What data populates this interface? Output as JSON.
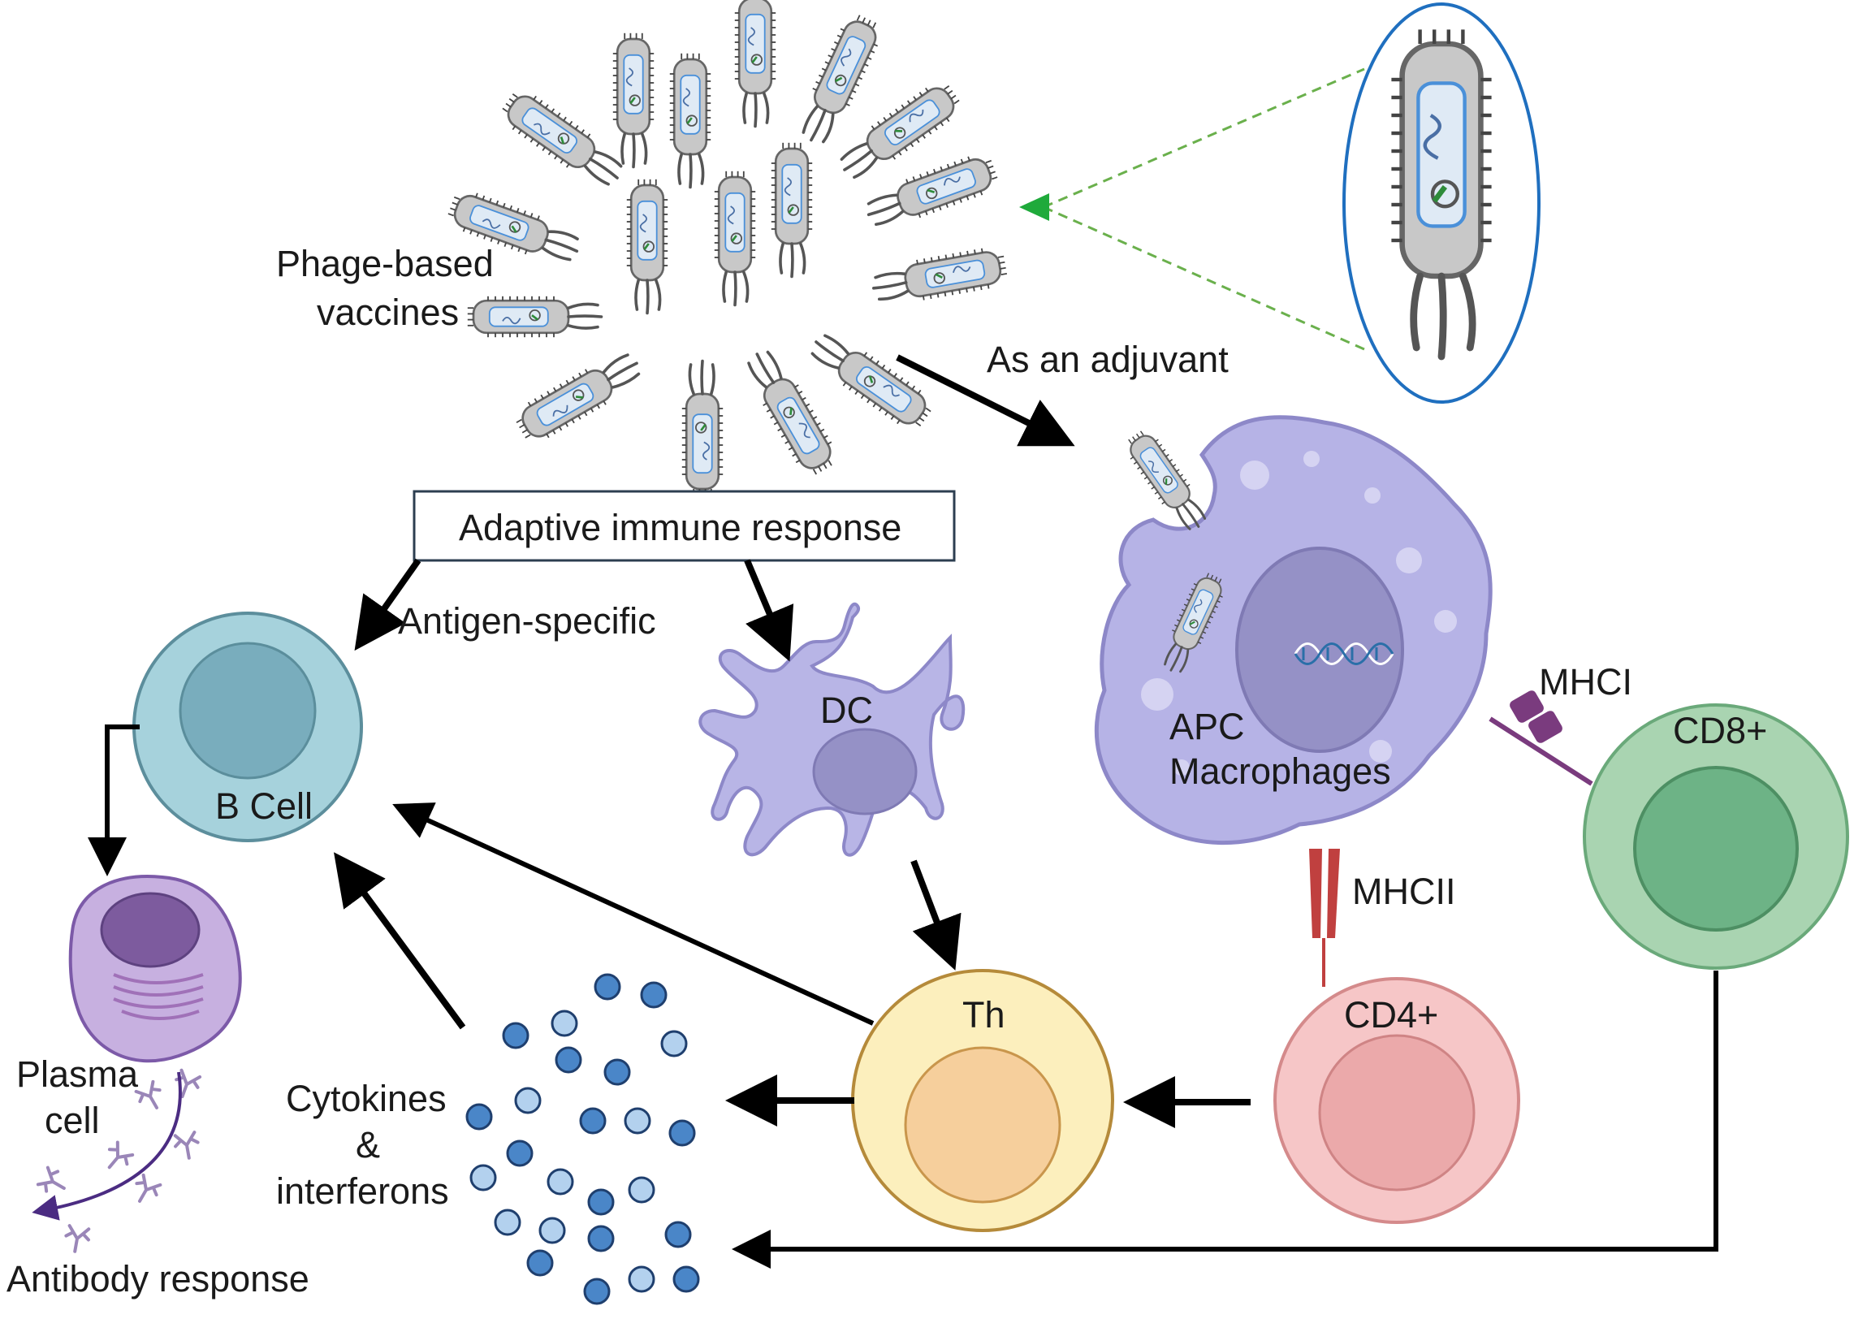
{
  "labels": {
    "phage_vaccines_line1": "Phage-based",
    "phage_vaccines_line2": "vaccines",
    "as_adjuvant": "As an adjuvant",
    "adaptive_response": "Adaptive immune response",
    "antigen_specific": "Antigen-specific",
    "b_cell": "B Cell",
    "dc": "DC",
    "apc_line1": "APC",
    "apc_line2": "Macrophages",
    "mhc1": "MHCI",
    "mhc2": "MHCII",
    "cd8": "CD8+",
    "cd4": "CD4+",
    "th": "Th",
    "plasma_line1": "Plasma",
    "plasma_line2": "cell",
    "antibody_response": "Antibody response",
    "cytokines_line1": "Cytokines",
    "cytokines_line2": "&",
    "cytokines_line3": "interferons"
  },
  "colors": {
    "b_cell": "#a6d2dc",
    "b_cell_nucleus": "#79adbd",
    "dc": "#b8b5e6",
    "macrophage": "#b6b3e6",
    "macrophage_nucleus": "#9591c6",
    "cd8": "#a9d4b1",
    "cd8_nucleus": "#6db386",
    "cd4": "#f6c6c7",
    "cd4_nucleus": "#eba9aa",
    "th": "#fcefbd",
    "th_nucleus": "#f6cf9c",
    "plasma": "#c7b0e0",
    "cytokine_dark": "#4a86c8",
    "cytokine_light": "#b3d1ee",
    "phage_body": "#c8c8c8",
    "mhc1": "#7a3b7e",
    "mhc2": "#c0403f",
    "zoom_ellipse": "#1f6fbf",
    "dashed_line": "#6ab04c"
  },
  "icons": [
    "phage-icon",
    "dna-icon",
    "antibody-icon"
  ]
}
